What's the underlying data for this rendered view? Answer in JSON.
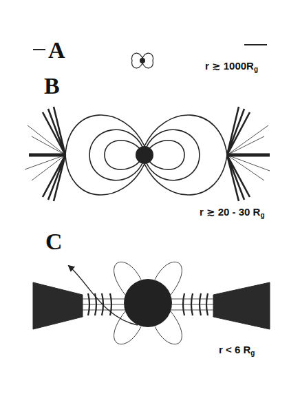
{
  "diagram": {
    "labels": [
      "A",
      "r ≳ 1000Rg",
      "B",
      "r ≳ 20 - 30 Rg",
      "C",
      "r < 6 Rg"
    ]
  }
}
